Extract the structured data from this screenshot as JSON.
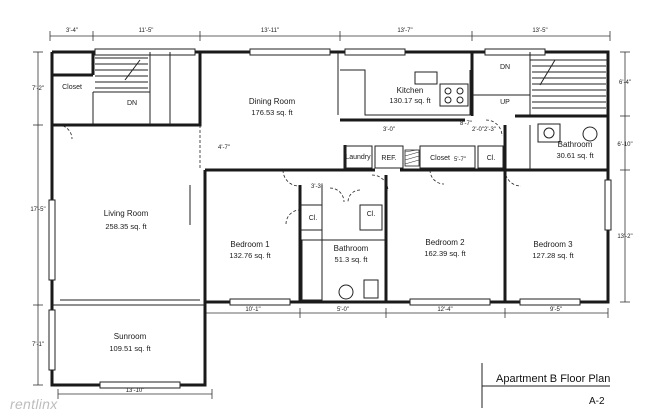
{
  "rooms": [
    {
      "name": "Dining Room",
      "area": "176.53 sq. ft"
    },
    {
      "name": "Kitchen",
      "area": "130.17 sq. ft"
    },
    {
      "name": "Living Room",
      "area": "258.35 sq. ft"
    },
    {
      "name": "Bedroom 1",
      "area": "132.76 sq. ft"
    },
    {
      "name": "Bathroom",
      "area": "51.3 sq. ft"
    },
    {
      "name": "Bedroom 2",
      "area": "162.39 sq. ft"
    },
    {
      "name": "Bedroom 3",
      "area": "127.28 sq. ft"
    },
    {
      "name": "Bathroom",
      "area": "30.61 sq. ft"
    },
    {
      "name": "Sunroom",
      "area": "109.51 sq. ft"
    }
  ],
  "labels": {
    "closet_left": "Closet",
    "dn_left": "DN",
    "dn_right": "DN",
    "up_right": "UP",
    "laundry": "Laundry",
    "ref": "REF.",
    "closet_mid": "Closet",
    "cl_right": "Cl.",
    "cl_bed1": "Cl.",
    "cl_bath": "Cl."
  },
  "dimensions": {
    "top": [
      "3'-4\"",
      "11'-5\"",
      "13'-11\"",
      "13'-7\"",
      "13'-5\""
    ],
    "left": [
      "7'-2\"",
      "17'-5\"",
      "7'-1\""
    ],
    "right": [
      "6'-4\"",
      "6'-10\"",
      "13'-2\""
    ],
    "bottom": [
      "10'-1\"",
      "5'-0\"",
      "12'-4\"",
      "9'-5\""
    ],
    "sunroom_bottom": "13'-10\"",
    "interior": [
      "4'-7\"",
      "3'-0\"",
      "8'-7\"",
      "2'-0\"",
      "2'-3\"",
      "5'-7\"",
      "3'-3\""
    ]
  },
  "title": "Apartment B Floor Plan",
  "sheet": "A-2",
  "watermark": "rentlinx"
}
